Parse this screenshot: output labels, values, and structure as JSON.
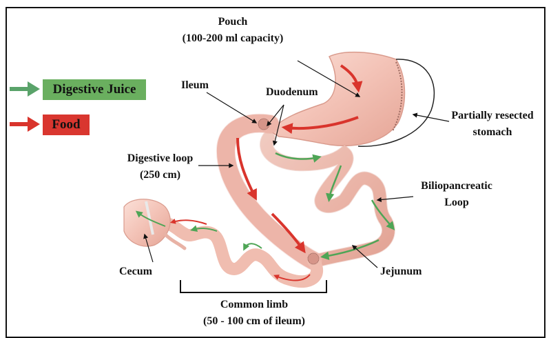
{
  "legend": {
    "digestive_juice": {
      "label": "Digestive  Juice",
      "color": "#5aa36a",
      "box_color": "#6aaf5f"
    },
    "food": {
      "label": "Food",
      "color": "#d9342c",
      "box_color": "#d9362f"
    }
  },
  "labels": {
    "pouch_line1": "Pouch",
    "pouch_line2": "(100-200 ml capacity)",
    "ileum": "Ileum",
    "duodenum": "Duodenum",
    "partially_resected_line1": "Partially resected",
    "partially_resected_line2": "stomach",
    "digestive_loop_line1": "Digestive loop",
    "digestive_loop_line2": "(250 cm)",
    "biliopancreatic_line1": "Biliopancreatic",
    "biliopancreatic_line2": "Loop",
    "cecum": "Cecum",
    "jejunum": "Jejunum",
    "common_limb_line1": "Common limb",
    "common_limb_line2": "(50 - 100 cm of ileum)"
  },
  "colors": {
    "tissue": "#f3c7bd",
    "tissue_dark": "#e2a192",
    "food_arrow": "#d9342c",
    "juice_arrow": "#4ea556"
  }
}
